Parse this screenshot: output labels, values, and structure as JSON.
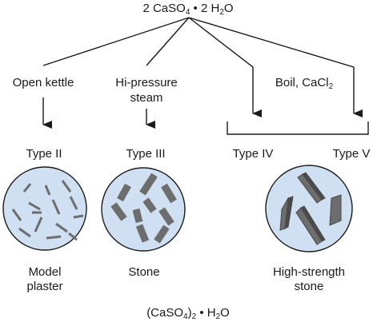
{
  "diagram": {
    "top_formula": {
      "prefix": "2 CaSO",
      "sub": "4",
      "suffix": " • 2 H",
      "sub2": "2",
      "end": "O"
    },
    "processes": {
      "open_kettle": "Open kettle",
      "steam_line1": "Hi-pressure",
      "steam_line2": "steam",
      "boil_prefix": "Boil, CaCl",
      "boil_sub": "2"
    },
    "types": {
      "type2": "Type II",
      "type3": "Type III",
      "type4": "Type IV",
      "type5": "Type V"
    },
    "products": {
      "model_line1": "Model",
      "model_line2": "plaster",
      "stone": "Stone",
      "hs_line1": "High-strength",
      "hs_line2": "stone"
    },
    "bottom_formula": {
      "prefix": "(CaSO",
      "sub": "4",
      "mid": ")",
      "sub2": "2",
      "suffix": " • H",
      "sub3": "2",
      "end": "O"
    },
    "colors": {
      "circle_fill": "#cfe0f2",
      "crystal": "#6d6d6d",
      "crystal_dark": "#4a4a4a",
      "line": "#1a1a1a"
    }
  }
}
